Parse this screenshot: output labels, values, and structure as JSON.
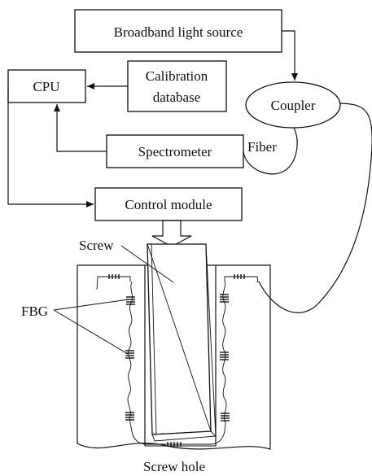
{
  "labels": {
    "light_source": "Broadband light source",
    "cpu": "CPU",
    "calibration_line1": "Calibration",
    "calibration_line2": "database",
    "coupler": "Coupler",
    "spectrometer": "Spectrometer",
    "fiber": "Fiber",
    "control_module": "Control module",
    "screw": "Screw",
    "fbg": "FBG",
    "screw_hole": "Screw hole"
  },
  "colors": {
    "line": "#111111",
    "background": "#ffffff"
  }
}
